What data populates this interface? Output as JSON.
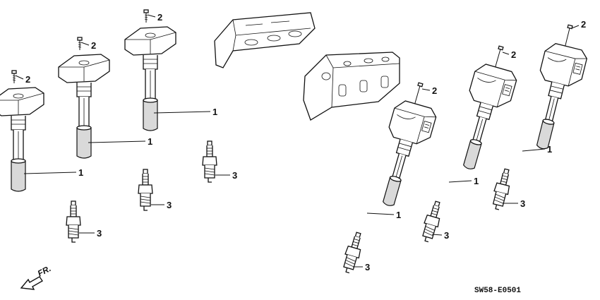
{
  "diagram": {
    "code": "SW58-E0501",
    "front_label": "FR.",
    "callouts": {
      "coil": "1",
      "bolt": "2",
      "plug": "3"
    },
    "icon": "front-direction-arrow-icon"
  }
}
